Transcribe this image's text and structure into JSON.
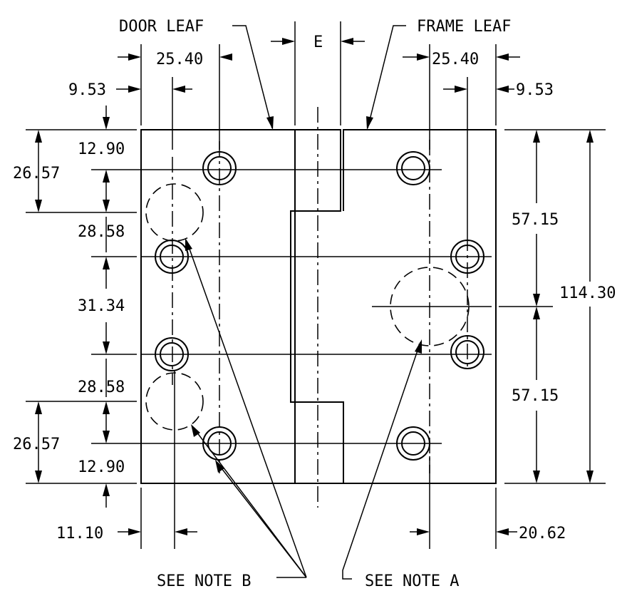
{
  "labels": {
    "door_leaf": "DOOR LEAF",
    "frame_leaf": "FRAME LEAF",
    "e": "E",
    "see_note_a": "SEE NOTE A",
    "see_note_b": "SEE NOTE B"
  },
  "dimensions": {
    "door_top_width": "25.40",
    "frame_top_width": "25.40",
    "door_edge_offset": "9.53",
    "frame_edge_offset": "9.53",
    "door_top_offset": "12.90",
    "door_top_span": "26.57",
    "door_upper_gap": "28.58",
    "door_middle_gap": "31.34",
    "door_lower_gap": "28.58",
    "door_bottom_span": "26.57",
    "door_bottom_offset": "12.90",
    "door_bottom_x": "11.10",
    "frame_bottom_x": "20.62",
    "frame_upper_half": "57.15",
    "frame_lower_half": "57.15",
    "overall_height": "114.30"
  }
}
